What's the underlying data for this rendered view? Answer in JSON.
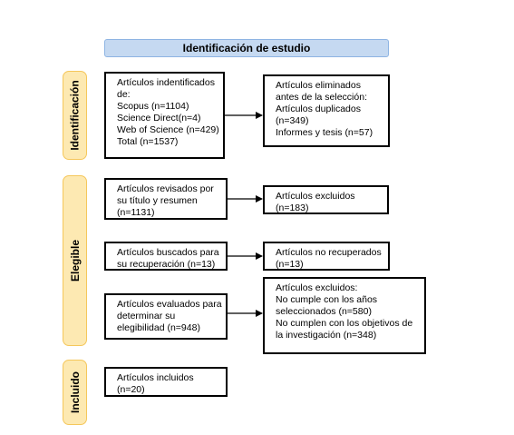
{
  "header": {
    "title": "Identificación de estudio"
  },
  "stages": {
    "identificacion": "Identificación",
    "elegible": "Elegible",
    "incluido": "Incluido"
  },
  "boxes": {
    "identified": {
      "lines": [
        "Artículos indentificados",
        "de:",
        "Scopus (n=1104)",
        "Science Direct(n=4)",
        "Web of Science (n=429)",
        "Total (n=1537)"
      ]
    },
    "removed": {
      "lines": [
        "Artículos eliminados",
        "antes de la selección:",
        "Artículos duplicados",
        "(n=349)",
        "Informes y tesis (n=57)"
      ]
    },
    "reviewed": {
      "lines": [
        "Artículos revisados por",
        "su título y resumen",
        "(n=1131)"
      ]
    },
    "excluded_1": {
      "lines": [
        "Artículos excluidos",
        "(n=183)"
      ]
    },
    "sought": {
      "lines": [
        "Artículos buscados para",
        "su recuperación (n=13)"
      ]
    },
    "not_retrieved": {
      "lines": [
        "Artículos no recuperados",
        "(n=13)"
      ]
    },
    "assessed": {
      "lines": [
        "Artículos evaluados para",
        "determinar su",
        "elegibilidad (n=948)"
      ]
    },
    "excluded_2": {
      "lines": [
        "Artículos excluidos:",
        "No cumple con los años",
        "seleccionados (n=580)",
        "No cumplen con los objetivos de",
        "la investigación (n=348)"
      ]
    },
    "included": {
      "lines": [
        "Artículos incluidos",
        "(n=20)"
      ]
    }
  },
  "colors": {
    "header_fill": "#c5d9f1",
    "stage_fill": "#fde9b2",
    "stage_border": "#f5c75b",
    "box_border": "#000000"
  }
}
